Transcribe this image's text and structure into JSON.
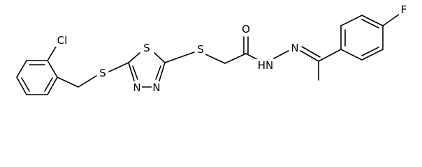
{
  "structure": {
    "atom_labels": {
      "cl": "Cl",
      "s_thioether_left": "S",
      "s_ring": "S",
      "s_thioether_right": "S",
      "n_ring_left": "N",
      "n_ring_right": "N",
      "o_carbonyl": "O",
      "nh": "H",
      "n_hydrazide": "N",
      "n_imine": "N",
      "f": "F"
    }
  }
}
